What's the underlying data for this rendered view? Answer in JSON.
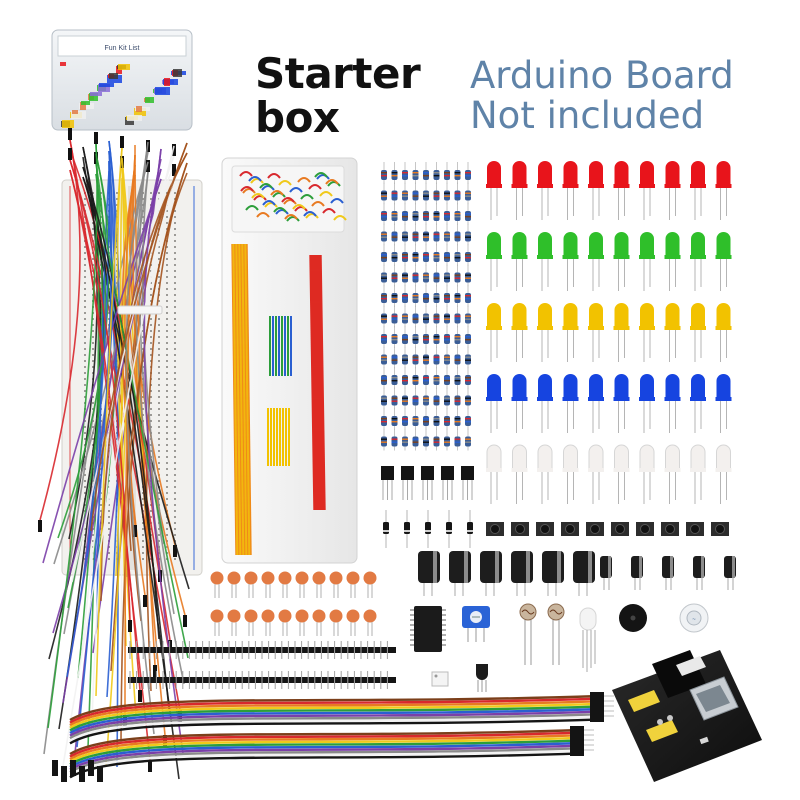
{
  "headline": {
    "line1": "Starter",
    "line2": "box"
  },
  "note": {
    "line1": "Arduino Board",
    "line2": "Not included"
  },
  "box_label": "Fun Kit List",
  "colors": {
    "note_text": "#5f83a8",
    "led_red": "#e8141b",
    "led_green": "#2fbf2a",
    "led_yellow": "#f2c200",
    "led_blue": "#1644e0",
    "led_white": "#f3f0ee",
    "capacitor": "#e27a43",
    "electrolytic": "#1d1d1d",
    "potentiometer": "#2a63d6",
    "power_module_pcb": "#1a1a1a"
  },
  "components": [
    {
      "name": "storage-box"
    },
    {
      "name": "breadboard"
    },
    {
      "name": "jumper-wire-bundle"
    },
    {
      "name": "jumper-wire-kit-case"
    },
    {
      "name": "resistor-grid"
    },
    {
      "name": "led-grid"
    },
    {
      "name": "transistors"
    },
    {
      "name": "diodes"
    },
    {
      "name": "push-buttons"
    },
    {
      "name": "electrolytic-capacitors"
    },
    {
      "name": "ceramic-capacitors"
    },
    {
      "name": "pin-headers"
    },
    {
      "name": "ribbon-dupont-wires"
    },
    {
      "name": "power-supply-module"
    },
    {
      "name": "ic-chip"
    },
    {
      "name": "potentiometer"
    },
    {
      "name": "photoresistors"
    },
    {
      "name": "rgb-led"
    },
    {
      "name": "buzzers"
    },
    {
      "name": "temperature-sensor"
    },
    {
      "name": "optocoupler"
    }
  ]
}
